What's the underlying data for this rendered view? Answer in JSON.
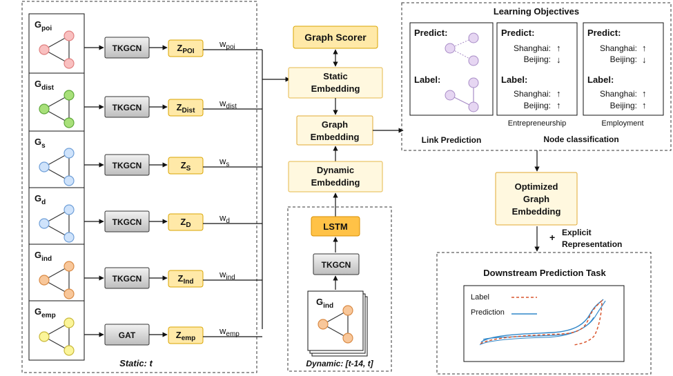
{
  "static_panel": {
    "caption": "Static: t",
    "rows": [
      {
        "graph_base": "G",
        "graph_sub": "poi",
        "encoder": "TKGCN",
        "z_base": "Z",
        "z_sub": "POI",
        "w_base": "w",
        "w_sub": "poi",
        "node_color": "#f9c0c0",
        "node_stroke": "#e08080"
      },
      {
        "graph_base": "G",
        "graph_sub": "dist",
        "encoder": "TKGCN",
        "z_base": "Z",
        "z_sub": "Dist",
        "w_base": "w",
        "w_sub": "dist",
        "node_color": "#a8e07a",
        "node_stroke": "#5fa83a"
      },
      {
        "graph_base": "G",
        "graph_sub": "s",
        "encoder": "TKGCN",
        "z_base": "Z",
        "z_sub": "S",
        "w_base": "w",
        "w_sub": "s",
        "node_color": "#cfe3fb",
        "node_stroke": "#6f9fd8"
      },
      {
        "graph_base": "G",
        "graph_sub": "d",
        "encoder": "TKGCN",
        "z_base": "Z",
        "z_sub": "D",
        "w_base": "w",
        "w_sub": "d",
        "node_color": "#cfe3fb",
        "node_stroke": "#6f9fd8"
      },
      {
        "graph_base": "G",
        "graph_sub": "ind",
        "encoder": "TKGCN",
        "z_base": "Z",
        "z_sub": "Ind",
        "w_base": "w",
        "w_sub": "ind",
        "node_color": "#f8c79a",
        "node_stroke": "#d98a45"
      },
      {
        "graph_base": "G",
        "graph_sub": "emp",
        "encoder": "GAT",
        "z_base": "Z",
        "z_sub": "emp",
        "w_base": "w",
        "w_sub": "emp",
        "node_color": "#fbf59a",
        "node_stroke": "#c9b83a"
      }
    ]
  },
  "center": {
    "graph_scorer": "Graph Scorer",
    "static_embedding": [
      "Static",
      "Embedding"
    ],
    "graph_embedding": [
      "Graph",
      "Embedding"
    ],
    "dynamic_embedding": [
      "Dynamic",
      "Embedding"
    ]
  },
  "dynamic_panel": {
    "caption": "Dynamic: [t-14, t]",
    "lstm": "LSTM",
    "encoder": "TKGCN",
    "graph_base": "G",
    "graph_sub": "ind",
    "node_color": "#f8c79a",
    "node_stroke": "#d98a45"
  },
  "objectives": {
    "title": "Learning Objectives",
    "link_box": {
      "predict": "Predict:",
      "label": "Label:",
      "node_color": "#e6d6f2",
      "node_stroke": "#a78bc6"
    },
    "entre_box": {
      "predict": "Predict:",
      "label": "Label:",
      "city1": "Shanghai:",
      "city2": "Beijing:",
      "pred1": "↑",
      "pred2": "↓",
      "lab1": "↑",
      "lab2": "↑",
      "caption": "Entrepreneurship"
    },
    "emp_box": {
      "predict": "Predict:",
      "label": "Label:",
      "city1": "Shanghai:",
      "city2": "Beijing:",
      "pred1": "↑",
      "pred2": "↓",
      "lab1": "↑",
      "lab2": "↑",
      "caption": "Employment"
    },
    "link_caption": "Link Prediction",
    "node_caption": "Node classification"
  },
  "optimized": [
    "Optimized",
    "Graph",
    "Embedding"
  ],
  "explicit": {
    "plus": "+",
    "line1": "Explicit",
    "line2": "Representation"
  },
  "downstream": {
    "title": "Downstream Prediction Task",
    "legend_label": "Label",
    "legend_prediction": "Prediction",
    "label_color": "#d9542c",
    "prediction_color": "#2f86c8"
  }
}
